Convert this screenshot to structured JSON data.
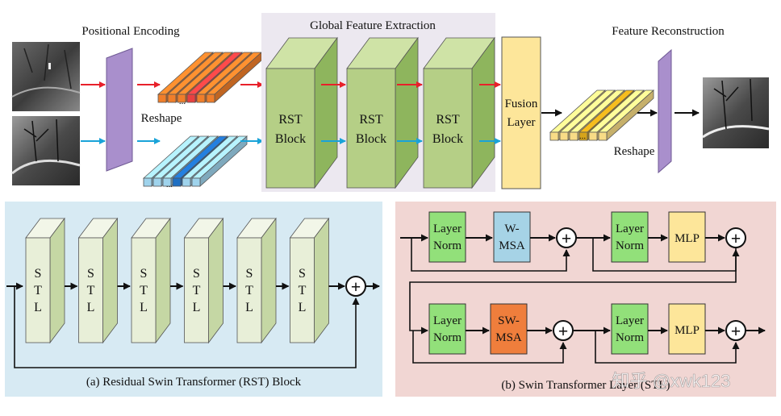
{
  "top": {
    "positional_encoding": "Positional Encoding",
    "reshape_left": "Reshape",
    "global_feature_extraction": "Global Feature Extraction",
    "rst_block_line1": "RST",
    "rst_block_line2": "Block",
    "fusion_line1": "Fusion",
    "fusion_line2": "Layer",
    "feature_reconstruction": "Feature Reconstruction",
    "reshape_right": "Reshape",
    "token_dots": "...",
    "colors": {
      "ir_arrow": "#e8202a",
      "vis_arrow": "#1aa3d8",
      "gfe_bg": "#ece8f0",
      "block_front": "#b5cf86",
      "block_side": "#8eb55d",
      "block_top": "#cfe3a6",
      "fusion": "#fde69a",
      "encoder": "#a98fcc",
      "tokens_orange": "#f07e2a",
      "tokens_red": "#e84040",
      "tokens_blue": "#9fd3ec",
      "tokens_darkblue": "#1f6fc3",
      "tokens_yellow": "#f8dc86",
      "tokens_gold": "#d6a41a"
    }
  },
  "rst_panel": {
    "stl_letters": [
      "S",
      "T",
      "L"
    ],
    "stl_count": 6,
    "caption": "(a) Residual Swin Transformer (RST) Block",
    "colors": {
      "bg": "#d7eaf3",
      "front": "#e8efd8",
      "side": "#c5d7a4",
      "top": "#f2f6e8"
    }
  },
  "stl_panel": {
    "layer_norm_line1": "Layer",
    "layer_norm_line2": "Norm",
    "wmsa_line1": "W-",
    "wmsa_line2": "MSA",
    "swmsa_line1": "SW-",
    "swmsa_line2": "MSA",
    "mlp": "MLP",
    "plus": "+",
    "caption": "(b) Swin Transformer Layer (STL)",
    "colors": {
      "bg": "#f1d6d3",
      "norm": "#92e07a",
      "wmsa": "#a6d3e6",
      "swmsa": "#ef7e3c",
      "mlp": "#fde69a"
    }
  },
  "watermark": "知乎 @xwk123"
}
